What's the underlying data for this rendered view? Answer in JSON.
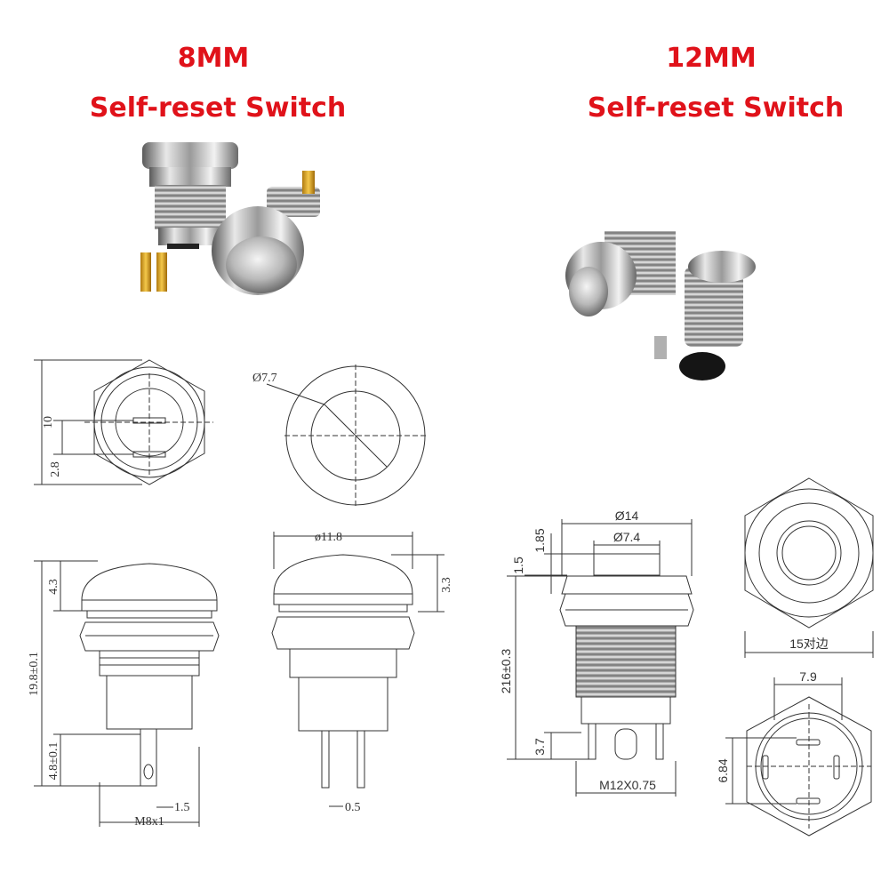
{
  "colors": {
    "title": "#e0121a",
    "line": "#333333"
  },
  "left": {
    "size_label": "8MM",
    "name_label": "Self-reset Switch",
    "dims": {
      "height": "10",
      "pin_spacing": "2.8",
      "head_dia": "Ø7.7",
      "body_dia": "ø11.8",
      "head_h": "4.3",
      "dome_h": "3.3",
      "total_len": "19.8±0.1",
      "pin_len": "4.8±0.1",
      "pin_w": "1.5",
      "thread": "M8x1",
      "pin_t": "0.5"
    }
  },
  "right": {
    "size_label": "12MM",
    "name_label": "Self-reset Switch",
    "dims": {
      "outer_dia": "Ø14",
      "button_dia": "Ø7.4",
      "button_h": "1.85",
      "flange_h": "1.5",
      "total_len": "216±0.3",
      "pin_len": "3.7",
      "thread": "M12X0.75",
      "hex_flats": "15对边",
      "pin_span": "7.9",
      "pin_pitch": "6.84"
    }
  }
}
